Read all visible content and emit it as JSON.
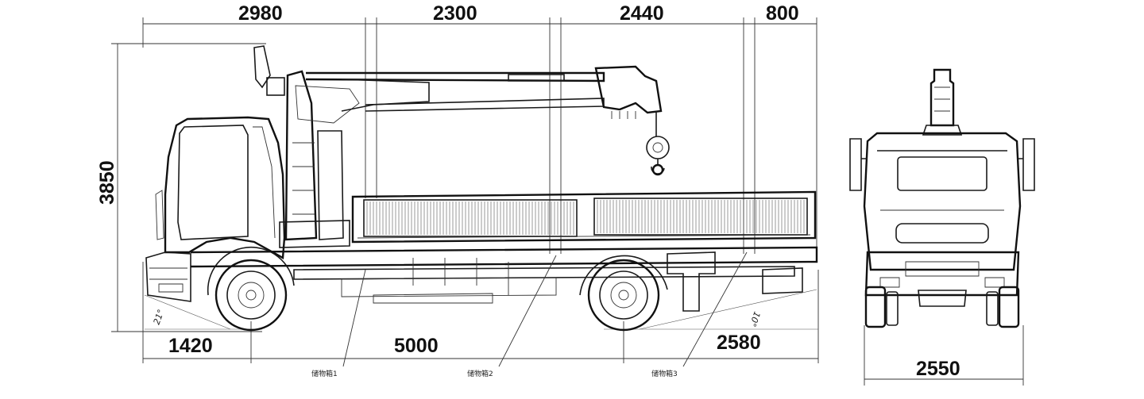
{
  "dimensions": {
    "top": [
      "2980",
      "2300",
      "2440",
      "800"
    ],
    "height": "3850",
    "bottom": [
      "1420",
      "5000",
      "2580"
    ],
    "front_width": "2550"
  },
  "angles": {
    "approach": "21°",
    "departure": "10°"
  },
  "callouts": [
    "储物箱1",
    "储物箱2",
    "储物箱3"
  ],
  "colors": {
    "line": "#1a1a1a",
    "background": "#ffffff"
  }
}
